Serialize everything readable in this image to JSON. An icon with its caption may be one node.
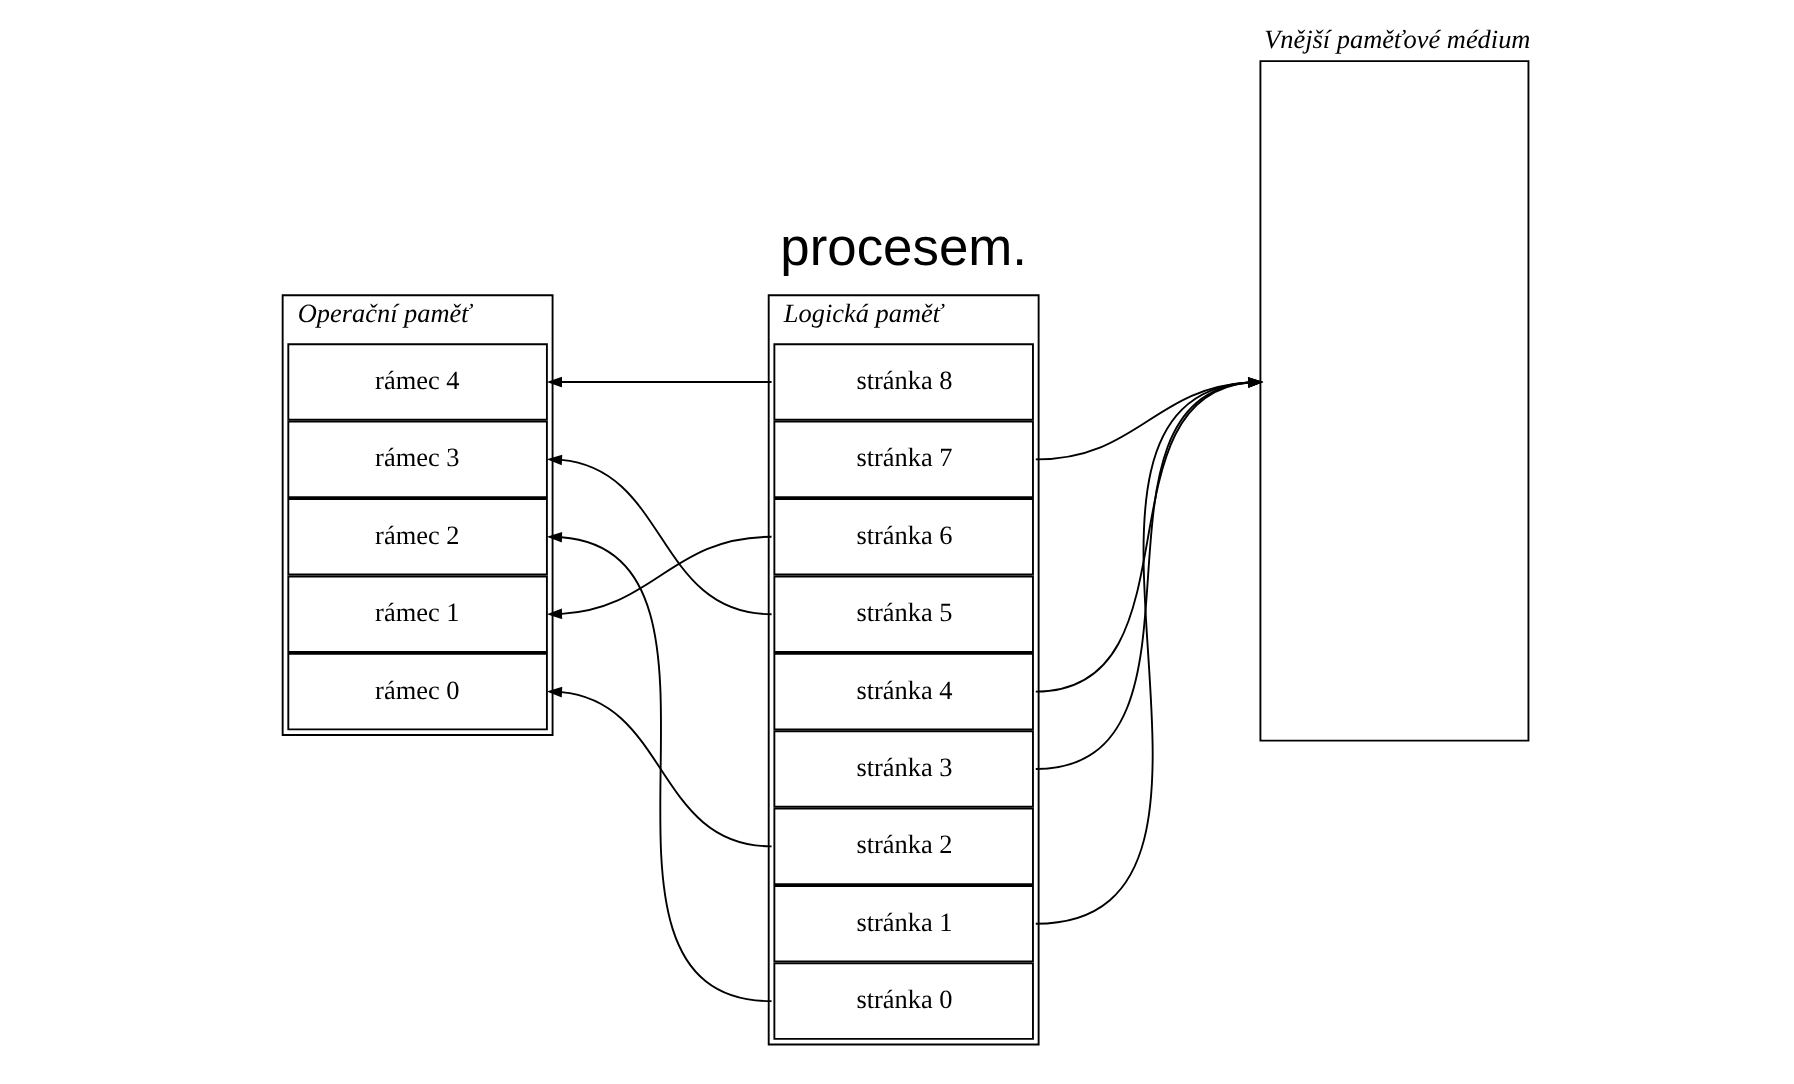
{
  "diagram": {
    "nodes": [
      {
        "text": [
          "Operační paměť"
        ]
      },
      {
        "text": [
          "rámec 4"
        ],
        "in": 0
      },
      {
        "text": [
          "rámec 3"
        ],
        "in": 0
      },
      {
        "text": [
          "rámec 2"
        ],
        "in": 0
      },
      {
        "text": [
          "rámec 1"
        ],
        "in": 0
      },
      {
        "text": [
          "rámec 0"
        ],
        "in": 0
      },
      {
        "text": [
          "Logická paměť"
        ]
      },
      {
        "text": [
          "stránka 8"
        ],
        "in": 6
      },
      {
        "text": [
          "stránka 7"
        ],
        "in": 6
      },
      {
        "text": [
          "stránka 6"
        ],
        "in": 6
      },
      {
        "text": [
          "stránka 5"
        ],
        "in": 6
      },
      {
        "text": [
          "stránka 4"
        ],
        "in": 6
      },
      {
        "text": [
          "stránka 3"
        ],
        "in": 6
      },
      {
        "text": [
          "stránka 2"
        ],
        "in": 6
      },
      {
        "text": [
          "stránka 1"
        ],
        "in": 6
      },
      {
        "text": [
          "stránka 0"
        ],
        "in": 6
      },
      {
        "text": [
          "Vnější paměťové médium"
        ]
      }
    ],
    "edges": [
      {
        "from": 7,
        "to": 1,
        "arrow": "to"
      },
      {
        "from": 8,
        "to": 16,
        "arrow": "to"
      },
      {
        "from": 9,
        "to": 4,
        "arrow": "to"
      },
      {
        "from": 10,
        "to": 2,
        "arrow": "to"
      },
      {
        "from": 11,
        "to": 16,
        "arrow": "to"
      },
      {
        "from": 12,
        "to": 16,
        "arrow": "to"
      },
      {
        "from": 13,
        "to": 5,
        "arrow": "to"
      },
      {
        "from": 14,
        "to": 16,
        "arrow": "to"
      },
      {
        "from": 15,
        "to": 3,
        "arrow": "to"
      }
    ],
    "labels": [
      "procesem."
    ]
  }
}
